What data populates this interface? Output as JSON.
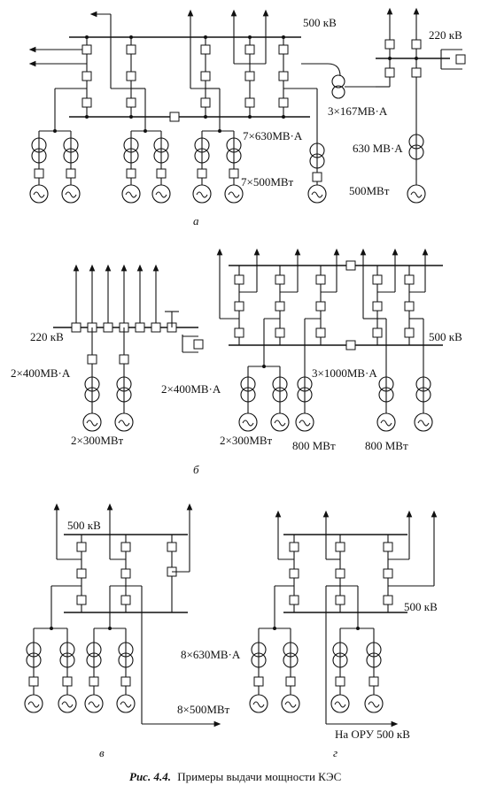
{
  "figure_caption": {
    "number": "Рис. 4.4.",
    "text": "Примеры выдачи мощности КЭС"
  },
  "panel_a": {
    "sublabel": "а",
    "bus_500": "500 кВ",
    "bus_220": "220 кВ",
    "autotransformer": "3×167МВ·А",
    "transformers": "7×630МВ·А",
    "generators": "7×500МВт",
    "transformer_220": "630 МВ·А",
    "generator_220": "500МВт"
  },
  "panel_b": {
    "sublabel": "б",
    "bus_220": "220 кВ",
    "bus_500": "500 кВ",
    "transformers_220": "2×400МВ·А",
    "generators_220": "2×300МВт",
    "transformers_500_left": "2×400МВ·А",
    "transformers_500_mid": "3×1000МВ·А",
    "generators_500_left": "2×300МВт",
    "gen_800_a": "800 МВт",
    "gen_800_b": "800 МВт"
  },
  "panel_v": {
    "sublabel": "в",
    "bus_500": "500 кВ",
    "generators": "8×500МВт"
  },
  "panel_g": {
    "sublabel": "г",
    "bus_500": "500 кВ",
    "transformers": "8×630МВ·А",
    "to_oru": "На ОРУ 500 кВ"
  }
}
